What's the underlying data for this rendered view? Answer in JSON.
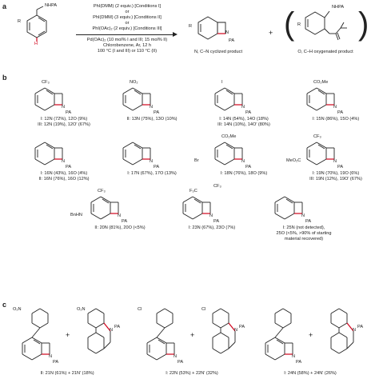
{
  "panel_a": {
    "label": "a",
    "reactant_group": "NHPA",
    "reactant_h": "H",
    "reactant_r": "R",
    "conditions": [
      "PhI(DMM) (2 equiv.) [Conditions I]",
      "or",
      "PhI(DMM) (3 equiv.) [Conditions II]",
      "or",
      "PhI(OAc)₂ (2 equiv.) [Conditions III]",
      "Pd(OAc)₂ (10 mol% I and III; 15 mol% II)",
      "Chlorobenzene, Ar, 12 h",
      "100 °C (I and III) or 110 °C (II)"
    ],
    "product_n_group": "N",
    "product_pa": "PA",
    "product_r": "R",
    "product_n_caption": "N, C–N cyclized product",
    "plus": "+",
    "product_o_group": "NHPA",
    "product_o_r": "R",
    "product_o_caption": "O, C–H oxygenated product"
  },
  "panel_b": {
    "label": "b",
    "items": [
      {
        "sub": "CF₃",
        "lines": [
          "I: 12N (72%), 12O (9%)",
          "III: 12N (19%), 12O′ (67%)"
        ]
      },
      {
        "sub": "NO₂",
        "lines": [
          "II: 13N (75%), 13O (10%)"
        ]
      },
      {
        "sub": "I",
        "lines": [
          "I: 14N (54%), 14O (18%)",
          "III: 14N (10%), 14O′ (80%)"
        ]
      },
      {
        "sub": "CO₂Me",
        "lines": [
          "I: 15N (86%), 15O (4%)"
        ]
      },
      {
        "sub": "",
        "lines": [
          "I: 16N (43%), 16O (4%)",
          "II: 16N (76%), 16O (12%)"
        ]
      },
      {
        "sub": "",
        "lines": [
          "I: 17N (67%), 17O (13%)"
        ]
      },
      {
        "sub": "CO₂Me",
        "sub2": "Br",
        "lines": [
          "I: 18N (76%), 18O (9%)"
        ]
      },
      {
        "sub": "CF₃",
        "sub2": "MeO₂C",
        "lines": [
          "I: 19N (70%), 19O (6%)",
          "III: 19N (12%), 19O′ (67%)"
        ]
      },
      {
        "sub": "CF₃",
        "sub2": "BnHN",
        "lines": [
          "II: 20N (81%), 20O (<5%)"
        ]
      },
      {
        "sub": "F₃C",
        "sub3": "CF₃",
        "lines": [
          "I: 23N (67%), 23O (7%)"
        ]
      },
      {
        "sub": "",
        "lines": [
          "I: 25N (not detected),",
          "25O (<5%, >90% of starting",
          "material recovered)"
        ]
      }
    ],
    "atom_n": "N",
    "atom_pa": "PA"
  },
  "panel_c": {
    "label": "c",
    "items": [
      {
        "sub": "O₂N",
        "caption": "II: 21N (61%)  +  21N′ (18%)"
      },
      {
        "sub": "Cl",
        "caption": "I: 22N (53%)  +  22N′ (32%)"
      },
      {
        "sub": "",
        "caption": "I: 24N (58%)  +  24N′ (26%)"
      }
    ],
    "plus": "+",
    "atom_n": "N",
    "atom_pa": "PA"
  }
}
